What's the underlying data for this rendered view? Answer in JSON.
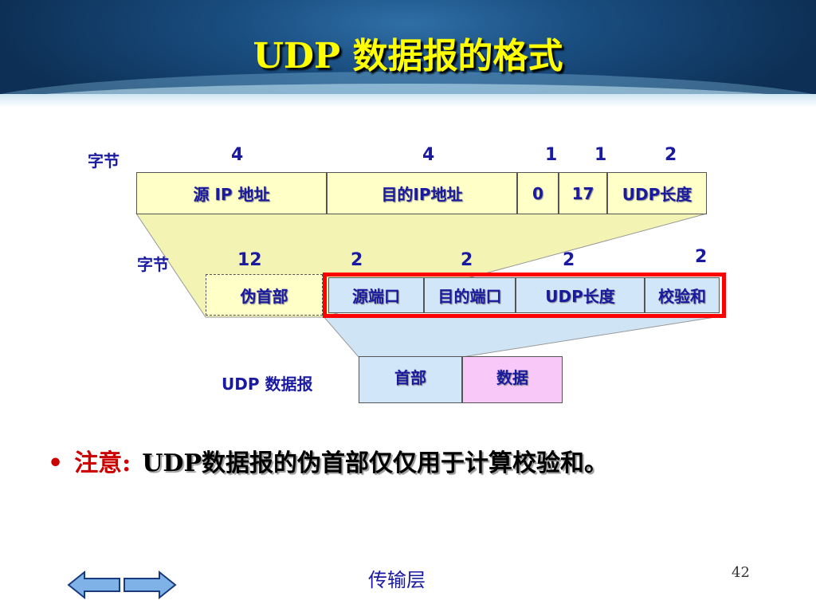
{
  "slide": {
    "title": "UDP 数据报的格式",
    "page_number": "42",
    "footer": "传输层"
  },
  "pseudo_header": {
    "bytes_label": "字节",
    "sizes": [
      "4",
      "4",
      "1",
      "1",
      "2"
    ],
    "fields": [
      "源 IP 地址",
      "目的IP地址",
      "0",
      "17",
      "UDP长度"
    ]
  },
  "udp_header": {
    "bytes_label": "字节",
    "sizes": [
      "12",
      "2",
      "2",
      "2",
      "2"
    ],
    "pseudo_label": "伪首部",
    "fields": [
      "源端口",
      "目的端口",
      "UDP长度",
      "校验和"
    ]
  },
  "datagram": {
    "label": "UDP 数据报",
    "header": "首部",
    "data": "数据"
  },
  "note": {
    "bullet": "•",
    "keyword": "注意:",
    "text": "UDP数据报的伪首部仅仅用于计算校验和。"
  },
  "colors": {
    "title": "#ffff00",
    "label": "#1a1aa0",
    "pseudo_fill": "#ffffc8",
    "header_fill": "#d2e6fa",
    "data_fill": "#f8c8f8",
    "highlight": "#ff0000"
  },
  "icons": [
    "back-arrow-icon",
    "forward-arrow-icon"
  ]
}
